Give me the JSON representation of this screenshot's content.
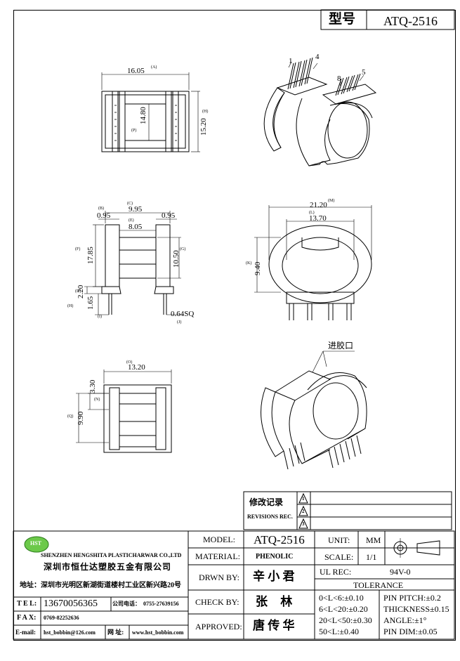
{
  "header": {
    "type_label": "型号",
    "model_code": "ATQ-2516"
  },
  "top_view": {
    "dim_width": "16.05",
    "dim_inner": "14.80",
    "dim_height": "15.20",
    "tag_a": "(A)",
    "tag_p": "(P)",
    "tag_h": "(H)"
  },
  "iso_pins": {
    "pin1": "1",
    "pin4": "4",
    "pin8": "8",
    "pin5": "5"
  },
  "side_view": {
    "d_c": "9.95",
    "d_b": "0.95",
    "d_b2": "0.95",
    "d_e": "8.05",
    "d_f": "17.85",
    "d_g": "10.50",
    "d_d": "2.20",
    "d_i": "1.65",
    "d_j": "0.64SQ",
    "tag_b": "(B)",
    "tag_c": "(C)",
    "tag_e": "(E)",
    "tag_f": "(F)",
    "tag_g": "(G)",
    "tag_d": "(D)",
    "tag_i": "(I)",
    "tag_j": "(J)",
    "tag_h": "(H)"
  },
  "front_view": {
    "d_m": "21.20",
    "d_l": "13.70",
    "d_k": "9.40",
    "tag_m": "(M)",
    "tag_l": "(L)",
    "tag_k": "(K)"
  },
  "bottom_view": {
    "d_o": "13.20",
    "d_n": "3.30",
    "d_q": "9.90",
    "tag_o": "(O)",
    "tag_n": "(N)",
    "tag_q": "(Q)"
  },
  "iso_bottom": {
    "gate_label": "进胶口"
  },
  "revisions": {
    "title_cn": "修改记录",
    "title_en": "REVISIONS REC.",
    "marks": [
      "1",
      "2",
      "3"
    ]
  },
  "company": {
    "logo": "HST",
    "name_en": "SHENZHEN HENGSHITA PLASTICHARWAR CO.,LTD",
    "name_cn": "深圳市恒仕达塑胶五金有限公司",
    "address": "地址：深圳市光明区新湖街道楼村工业区新兴路20号",
    "tel_label": "T E L:",
    "tel": "13670056365",
    "company_phone_label": "公司电话：",
    "company_phone": "0755-27639156",
    "fax_label": "F A X:",
    "fax": "0769-82252636",
    "email_label": "E-mail:",
    "email": "hst_bobbin@126.com",
    "web_label": "网 址:",
    "web": "www.hst_bobbin.com"
  },
  "title_block": {
    "model_label": "MODEL:",
    "model": "ATQ-2516",
    "material_label": "MATERIAL:",
    "material": "PHENOLIC",
    "drawn_label": "DRWN BY:",
    "drawn": "辛 小 君",
    "check_label": "CHECK BY:",
    "check": "张 林",
    "approved_label": "APPROVED:",
    "approved": "唐 传 华",
    "unit_label": "UNIT:",
    "unit": "MM",
    "scale_label": "SCALE:",
    "scale": "1/1",
    "ul_label": "UL REC:",
    "ul": "94V-0",
    "tolerance_label": "TOLERANCE",
    "tol": [
      "0<L<6:±0.10",
      "6<L<20:±0.20",
      "20<L<50:±0.30",
      "50<L:±0.40"
    ],
    "spec": [
      "PIN PITCH:±0.2",
      "THICKNESS±0.15",
      "ANGLE:±1°",
      "PIN DIM:±0.05"
    ]
  }
}
